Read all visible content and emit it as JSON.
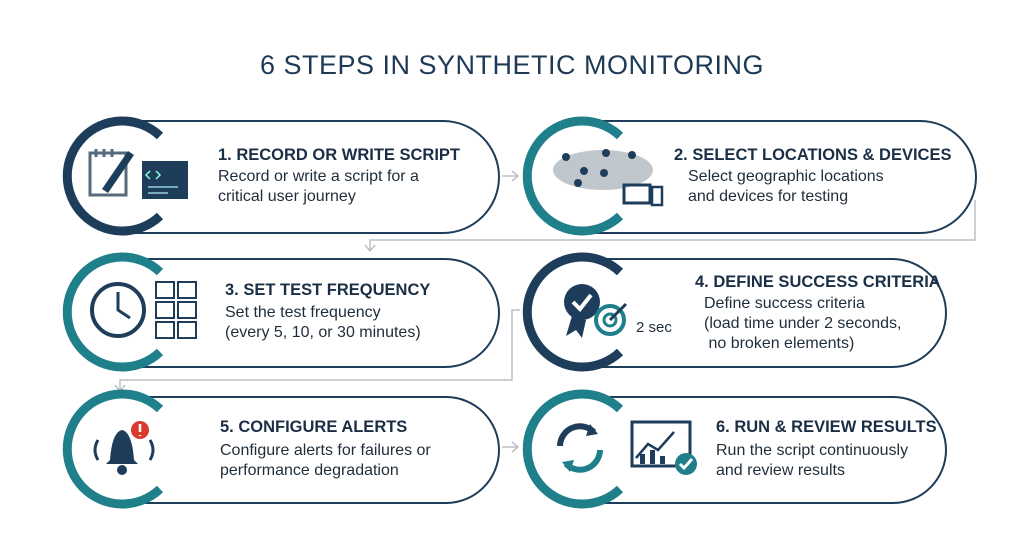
{
  "title": "6 STEPS IN SYNTHETIC MONITORING",
  "steps": [
    {
      "heading": "1. RECORD OR WRITE SCRIPT",
      "description": "Record or write a script for a\ncritical user journey",
      "icon": "script-editor-icon"
    },
    {
      "heading": "2. SELECT LOCATIONS & DEVICES",
      "description": "Select geographic locations\nand devices for testing",
      "icon": "world-map-devices-icon"
    },
    {
      "heading": "3. SET TEST FREQUENCY",
      "description": "Set the test frequency\n(every 5, 10, or 30 minutes)",
      "icon": "clock-calendar-icon"
    },
    {
      "heading": "4. DEFINE SUCCESS CRITERIA",
      "description": "Define success criteria\n(load time under 2 seconds,\n no broken elements)",
      "icon": "badge-target-icon",
      "icon_label": "2 sec"
    },
    {
      "heading": "5. CONFIGURE ALERTS",
      "description": "Configure alerts for failures or\nperformance degradation",
      "icon": "alert-bell-icon"
    },
    {
      "heading": "6. RUN & REVIEW RESULTS",
      "description": "Run the script continuously\nand review results",
      "icon": "refresh-chart-icon"
    }
  ],
  "colors": {
    "navy": "#1d3d5a",
    "teal": "#1f7f8a",
    "alert": "#d93a2b",
    "connector": "#b9c0c6"
  }
}
